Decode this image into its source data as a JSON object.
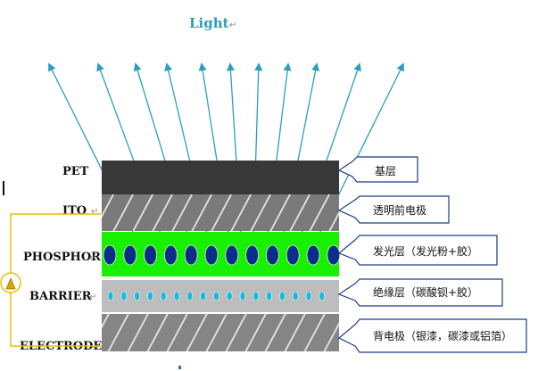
{
  "title": "Light",
  "layer_labels": {
    "pet": "PET",
    "ito": "ITO",
    "phosphor": "PHOSPHOR",
    "barrier": "BARRIER",
    "electrode": "ELECTRODE"
  },
  "callouts": {
    "pet": "基层",
    "ito": "透明前电极",
    "phosphor": "发光层（发光粉+胶）",
    "barrier": "绝缘层（碳酸钡+胶）",
    "electrode": "背电极（银漆，碳漆或铝箔）"
  },
  "colors": {
    "pet": "#383838",
    "ito": "#7a7a7a",
    "phosphor": "#19f000",
    "barrier": "#bdbdbd",
    "electrode": "#858585",
    "phosphor_dot": "#0a2e8a",
    "barrier_dot": "#19b9d8",
    "ray": "#2b9ec3",
    "wire": "#e8c000"
  },
  "icons": {
    "ac_source": "ac-power-source-icon"
  }
}
